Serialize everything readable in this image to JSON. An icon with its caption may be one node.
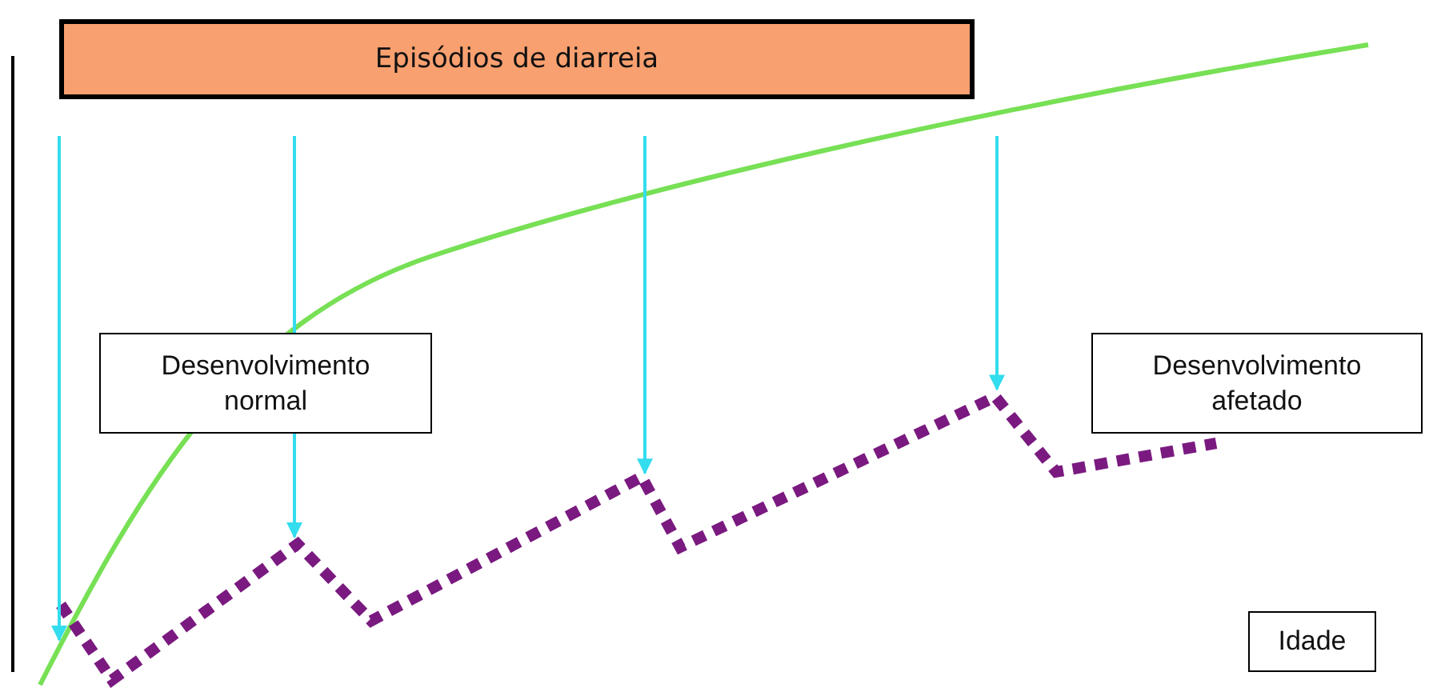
{
  "diagram": {
    "nodes": [
      {
        "text": [
          "Episódios de diarreia"
        ]
      },
      {
        "text": [
          "Desenvolvimento normal"
        ]
      },
      {
        "text": [
          "Desenvolvimento afetado"
        ]
      },
      {
        "text": [
          "Idade"
        ]
      },
      {
        "text": [],
        "shape": "line"
      }
    ],
    "edges": [
      {
        "from": null,
        "to": 4,
        "arrow": "to"
      },
      {
        "from": null,
        "to": 4,
        "arrow": "to"
      },
      {
        "from": null,
        "to": 4,
        "arrow": "to"
      },
      {
        "from": null,
        "to": 4,
        "arrow": "to"
      }
    ]
  }
}
